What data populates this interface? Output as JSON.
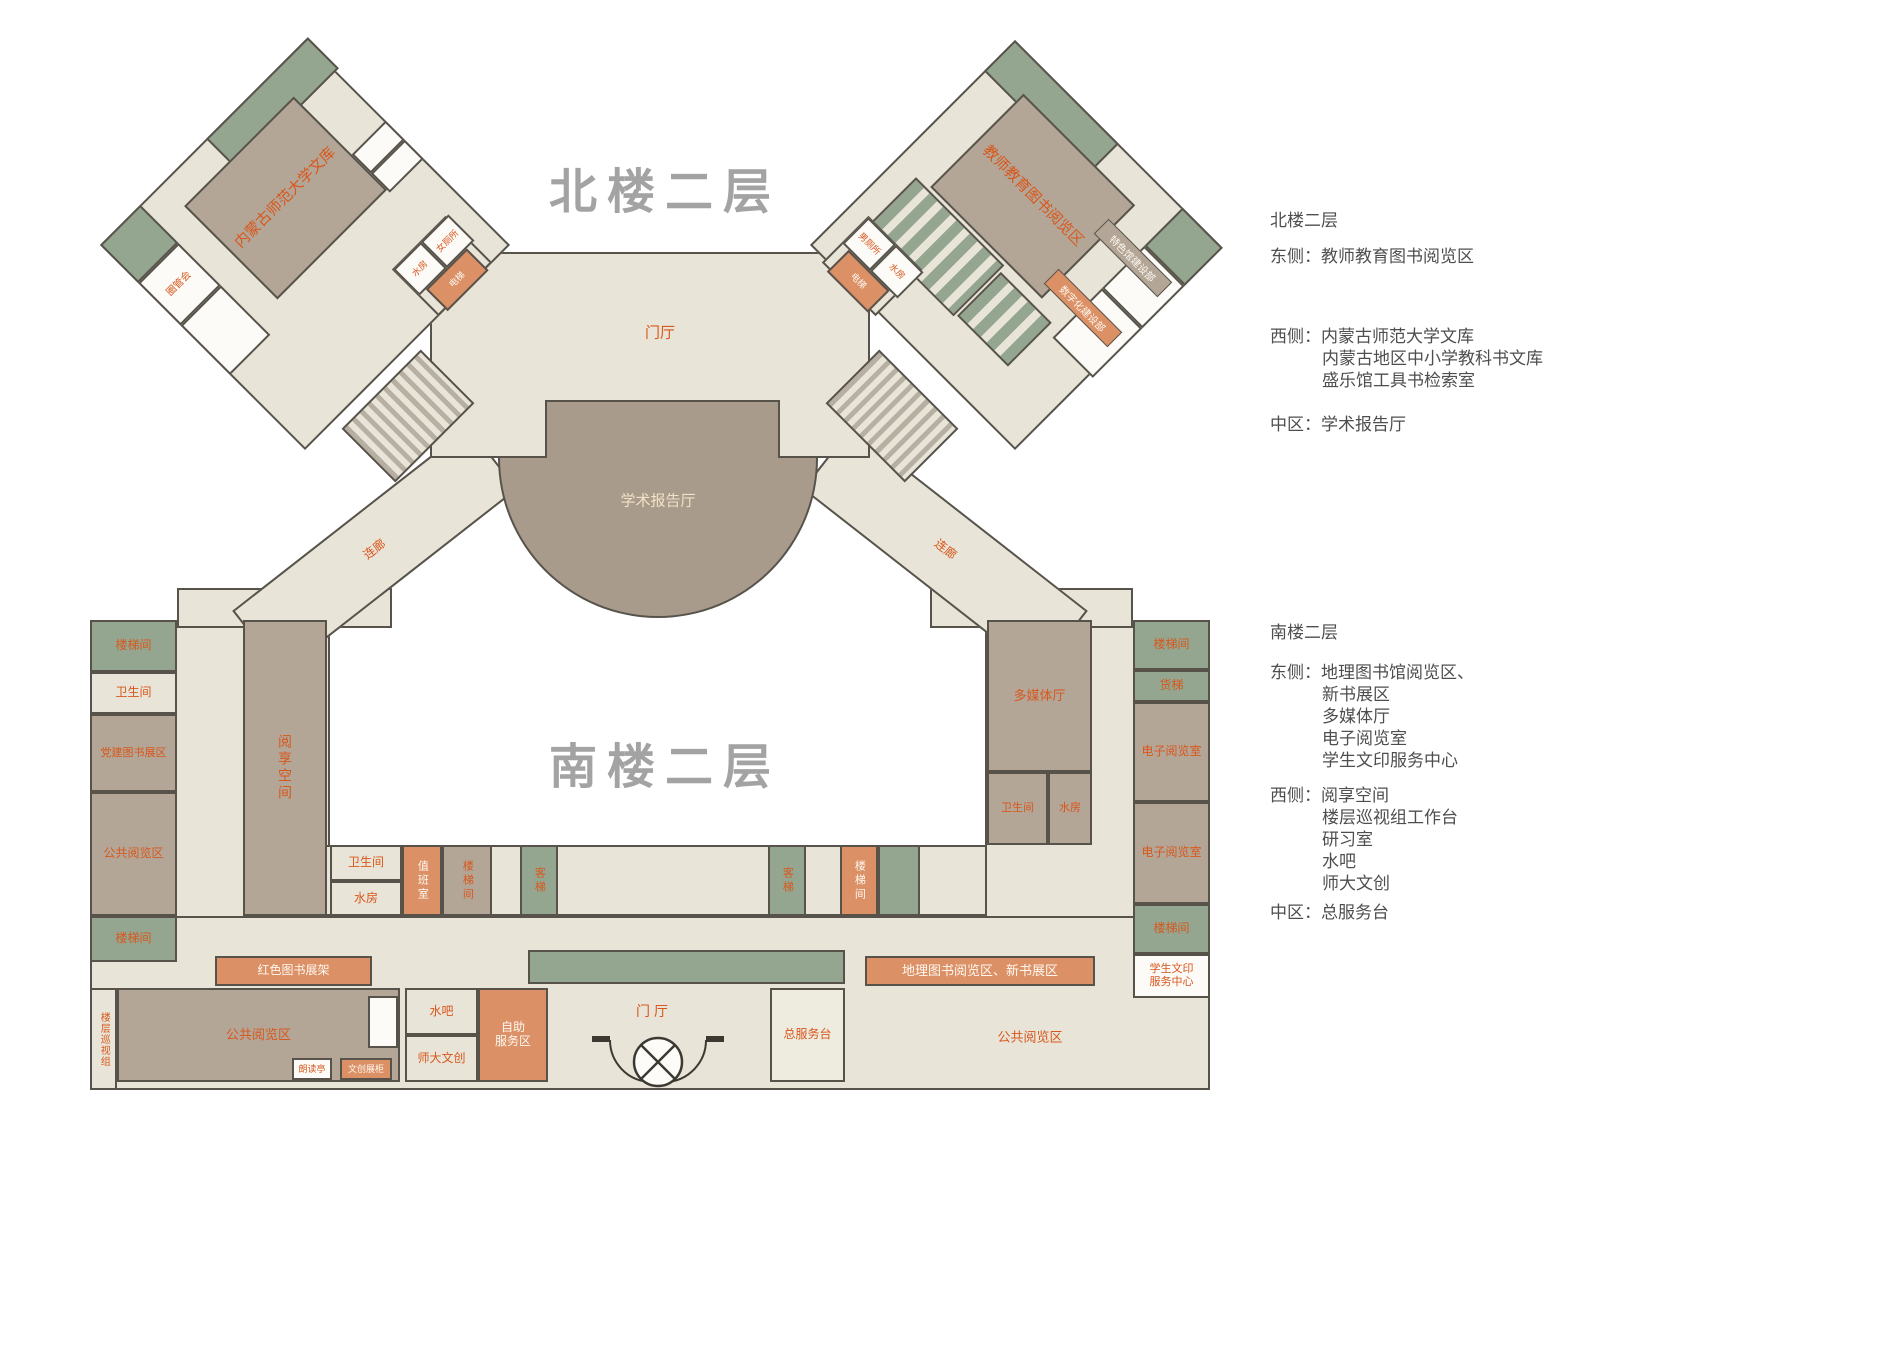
{
  "titles": {
    "north_building": "北楼二层",
    "south_building": "南楼二层"
  },
  "north": {
    "west_wing": {
      "archive": "内蒙古师范大学文库",
      "committee": "圈管会",
      "toilet_w": "女厕所",
      "water": "水房",
      "elevator": "电梯"
    },
    "east_wing": {
      "reading_area": "教师教育图书阅览区",
      "toilet_m": "男厕所",
      "water": "水房",
      "elevator": "电梯",
      "digital_dept": "数字化建设部",
      "special_dept": "特色馆建设部"
    },
    "foyer": "门厅",
    "lecture_hall": "学术报告厅",
    "corridor_west": "连廊",
    "corridor_east": "连廊"
  },
  "south": {
    "west_column": {
      "stair_top": "楼梯间",
      "toilet": "卫生间",
      "party_books": "党建图书展区",
      "public_reading": "公共阅览区",
      "stair_bottom": "楼梯间"
    },
    "reading_space": "阅享空间",
    "mid_row": {
      "toilet": "卫生间",
      "water": "水房",
      "duty_room": "值班室",
      "stair_w": "楼梯间",
      "lift_w": "客梯",
      "lift_e": "客梯",
      "stair_e": "楼梯间"
    },
    "east_block": {
      "multimedia": "多媒体厅",
      "toilet": "卫生间",
      "water": "水房"
    },
    "east_column": {
      "stair_top": "楼梯间",
      "freight_lift": "货梯",
      "ereading_1": "电子阅览室",
      "ereading_2": "电子阅览室",
      "stair_bottom": "楼梯间",
      "print_line1": "学生文印",
      "print_line2": "服务中心"
    },
    "bottom": {
      "patrol": "楼层巡视组",
      "red_books": "红色图书展架",
      "public_reading_w": "公共阅览区",
      "reading_booth": "朗读亭",
      "creative_cabinet": "文创展柜",
      "water_bar": "水吧",
      "cultural": "师大文创",
      "self_service_1": "自助",
      "self_service_2": "服务区",
      "foyer": "门 厅",
      "service_desk": "总服务台",
      "public_reading_e": "公共阅览区",
      "geo_books": "地理图书阅览区、新书展区"
    }
  },
  "legend_north": {
    "l1": "北楼二层",
    "l2": "东侧：教师教育图书阅览区",
    "l3": "西侧：内蒙古师范大学文库",
    "l4": "内蒙古地区中小学教科书文库",
    "l5": "盛乐馆工具书检索室",
    "l6": "中区：学术报告厅"
  },
  "legend_south": {
    "l1": "南楼二层",
    "l2": "东侧：地理图书馆阅览区、",
    "l3": "新书展区",
    "l4": "多媒体厅",
    "l5": "电子阅览室",
    "l6": "学生文印服务中心",
    "l7": "西侧：阅享空间",
    "l8": "楼层巡视组工作台",
    "l9": "研习室",
    "l10": "水吧",
    "l11": "师大文创",
    "l12": "中区：总服务台"
  },
  "colors": {
    "floor": "#e8e4d8",
    "room_brown": "#b4a697",
    "room_green": "#94a68f",
    "room_orange": "#dc9066",
    "wall": "#57534b",
    "label_orange": "#d8571c",
    "title_gray": "#a3a3a3"
  }
}
